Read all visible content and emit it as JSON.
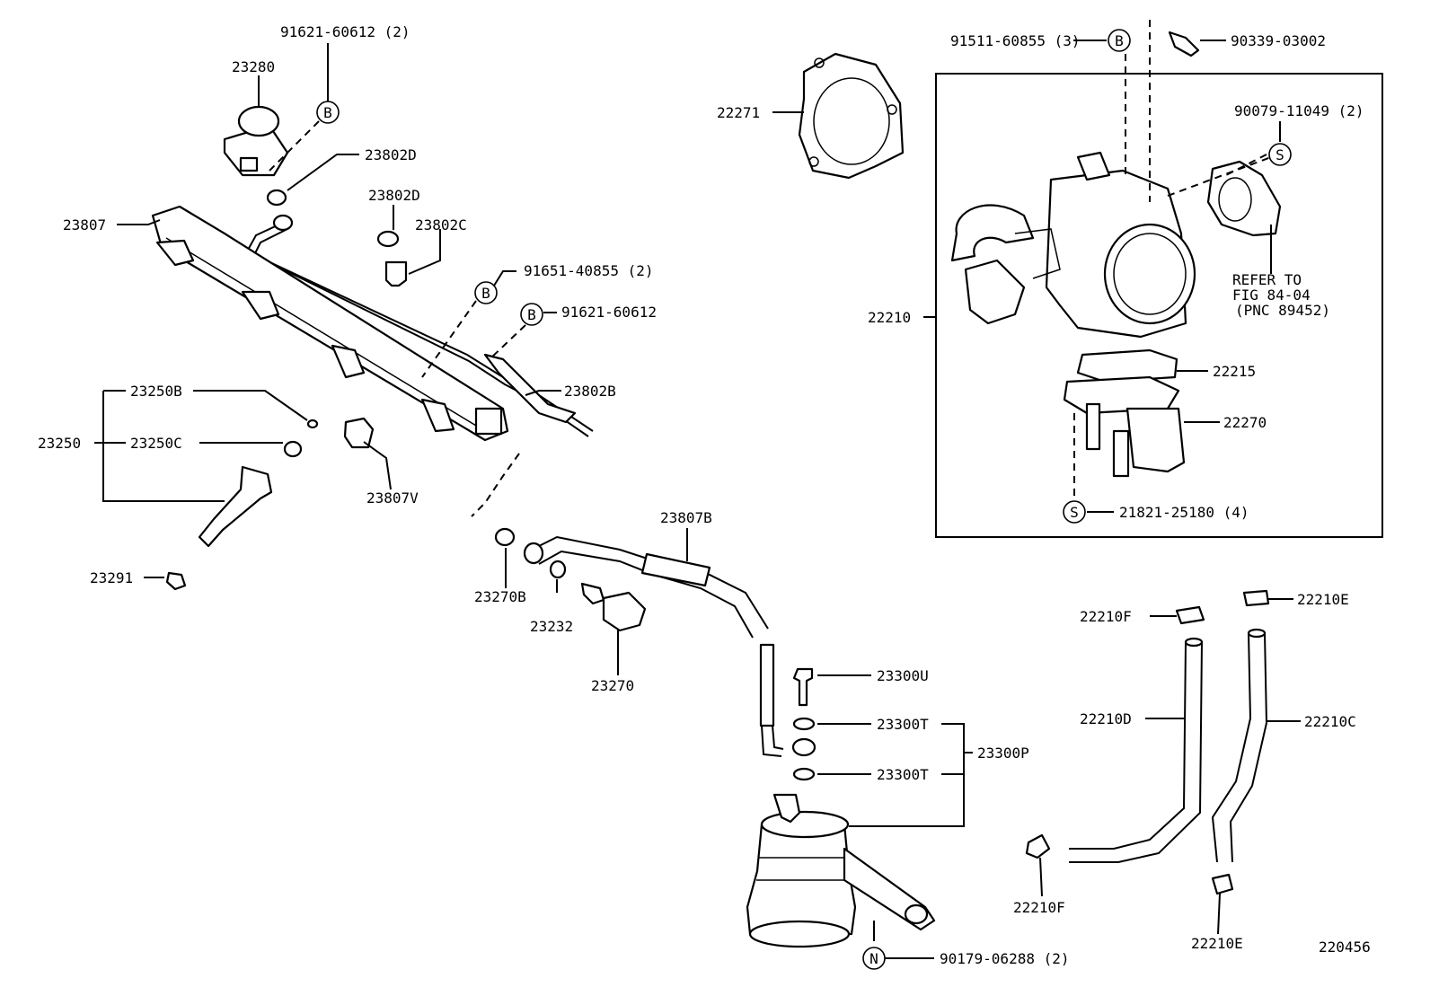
{
  "labels": {
    "p91621_60612_2": "91621-60612 (2)",
    "p23280": "23280",
    "p23802D_a": "23802D",
    "p23802D_b": "23802D",
    "p23802C": "23802C",
    "p23807": "23807",
    "p91651_40855_2": "91651-40855 (2)",
    "p91621_60612": "91621-60612",
    "p23802B": "23802B",
    "p23250B": "23250B",
    "p23250": "23250",
    "p23250C": "23250C",
    "p23807V": "23807V",
    "p23291": "23291",
    "p23270B": "23270B",
    "p23232": "23232",
    "p23270": "23270",
    "p23807B": "23807B",
    "p23300U": "23300U",
    "p23300T_a": "23300T",
    "p23300T_b": "23300T",
    "p23300P": "23300P",
    "p90179_06288_2": "90179-06288 (2)",
    "p22271": "22271",
    "p91511_60855_3": "91511-60855 (3)",
    "p90339_03002": "90339-03002",
    "p90079_11049_2": "90079-11049 (2)",
    "refer1": "REFER TO",
    "refer2": "FIG 84-04",
    "refer3": "(PNC 89452)",
    "p22210": "22210",
    "p22215": "22215",
    "p22270": "22270",
    "p21821_25180_4": "21821-25180 (4)",
    "p22210F_a": "22210F",
    "p22210E_a": "22210E",
    "p22210D": "22210D",
    "p22210C": "22210C",
    "p22210F_b": "22210F",
    "p22210E_b": "22210E",
    "fig_no": "220456"
  },
  "markers": {
    "b1": "B",
    "b2": "B",
    "b3": "B",
    "b4": "B",
    "s1": "S",
    "s2": "S",
    "n1": "N"
  }
}
